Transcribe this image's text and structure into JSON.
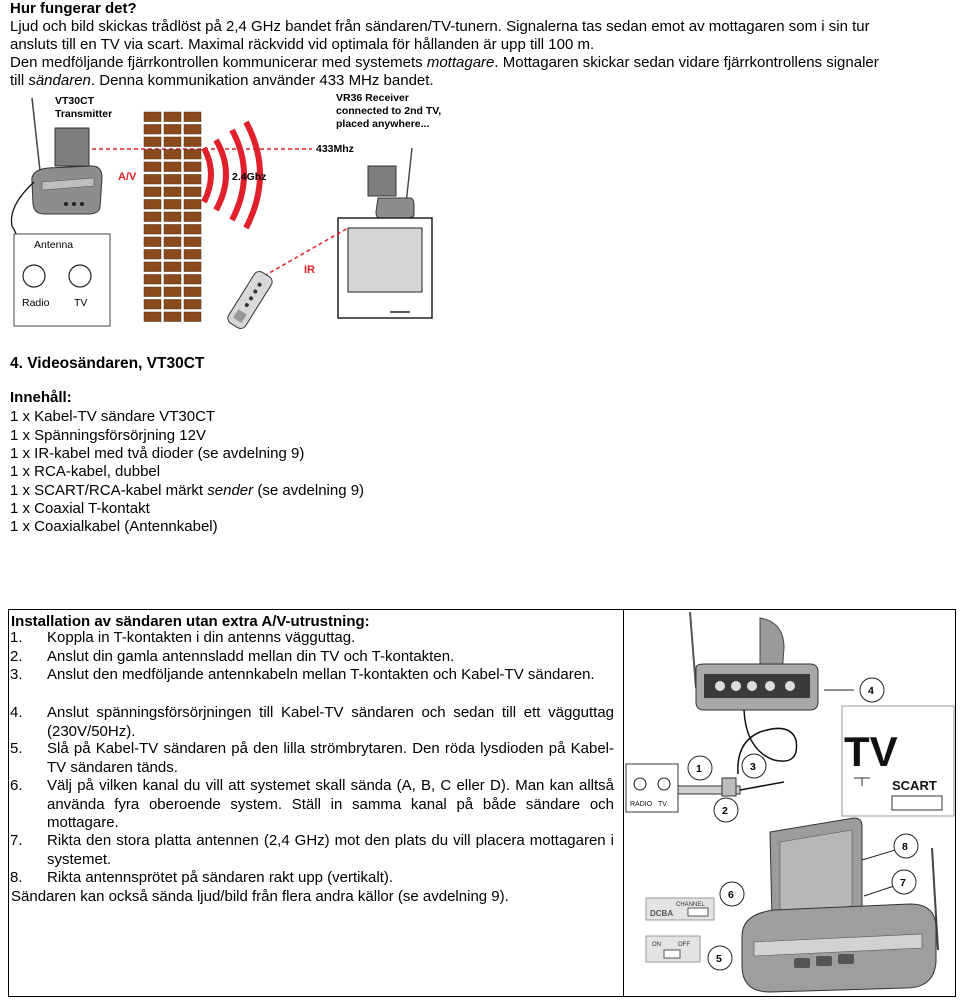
{
  "intro": {
    "heading": "Hur fungerar det?",
    "line1": "Ljud och bild skickas trådlöst på 2,4 GHz bandet från sändaren/TV-tunern. Signalerna tas sedan emot av mottagaren som i sin tur",
    "line2": "ansluts till en TV via scart. Maximal räckvidd vid optimala för hållanden är upp till 100 m.",
    "line3_a": "Den medföljande fjärrkontrollen kommunicerar med systemets ",
    "line3_b": "mottagare",
    "line3_c": ". Mottagaren skickar sedan vidare fjärrkontrollens signaler",
    "line4_a": "till ",
    "line4_b": "sändaren",
    "line4_c": ". Denna kommunikation använder 433 MHz bandet."
  },
  "diagram1": {
    "transmitter_label_1": "VT30CT",
    "transmitter_label_2": "Transmitter",
    "receiver_label_1": "VR36 Receiver",
    "receiver_label_2": "connected to 2nd TV,",
    "receiver_label_3": "placed anywhere...",
    "freq_433": "433Mhz",
    "freq_24": "2.4Ghz",
    "av_label": "A/V",
    "ir_label": "IR",
    "antenna_label": "Antenna",
    "radio_label": "Radio",
    "tv_label": "TV",
    "colors": {
      "red": "#e0202a",
      "wall": "#8a4a1c",
      "device": "#8d8d8d"
    }
  },
  "section4": {
    "title": "4. Videosändaren, VT30CT",
    "contents_heading": "Innehåll:",
    "items": [
      "1 x Kabel-TV sändare VT30CT",
      "1 x Spänningsförsörjning 12V",
      "1 x IR-kabel med två dioder (se avdelning 9)",
      "1 x RCA-kabel, dubbel"
    ],
    "scart_item_a": "1 x SCART/RCA-kabel märkt ",
    "scart_item_b": "sender",
    "scart_item_c": " (se avdelning 9)",
    "items2": [
      "1 x Coaxial T-kontakt",
      "1 x Coaxialkabel (Antennkabel)"
    ]
  },
  "installation": {
    "heading": "Installation av sändaren utan extra A/V-utrustning:",
    "steps": [
      {
        "num": "1.",
        "text": "Koppla in T-kontakten i din antenns vägguttag."
      },
      {
        "num": "2.",
        "text": "Anslut din gamla antennsladd mellan din TV och T-kontakten."
      },
      {
        "num": "3.",
        "text": "Anslut den medföljande antennkabeln mellan T-kontakten och Kabel-TV sändaren."
      },
      {
        "num": "4.",
        "text": "Anslut spänningsförsörjningen till Kabel-TV sändaren och sedan till ett vägguttag (230V/50Hz)."
      },
      {
        "num": "5.",
        "text": "Slå på Kabel-TV sändaren på den lilla strömbrytaren. Den röda lysdioden på Kabel-TV sändaren tänds."
      },
      {
        "num": "6.",
        "text": "Välj på vilken kanal du vill att systemet skall sända (A, B, C eller D). Man kan alltså använda fyra oberoende system. Ställ in samma kanal på både sändare och mottagare."
      },
      {
        "num": "7.",
        "text": "Rikta den stora platta antennen (2,4 GHz) mot den plats du vill placera mottagaren i systemet."
      },
      {
        "num": "8.",
        "text": "Rikta antennsprötet på sändaren rakt upp (vertikalt)."
      }
    ],
    "footer": "Sändaren kan också sända ljud/bild från flera andra källor (se avdelning 9)."
  },
  "diagram2": {
    "tv_big": "TV",
    "scart": "SCART",
    "radio": "RADIO",
    "tv_small": "TV",
    "channel": "CHANNEL",
    "dcba": "DCBA",
    "on": "ON",
    "off": "OFF",
    "callouts": [
      "1",
      "2",
      "3",
      "4",
      "5",
      "6",
      "7",
      "8"
    ]
  }
}
